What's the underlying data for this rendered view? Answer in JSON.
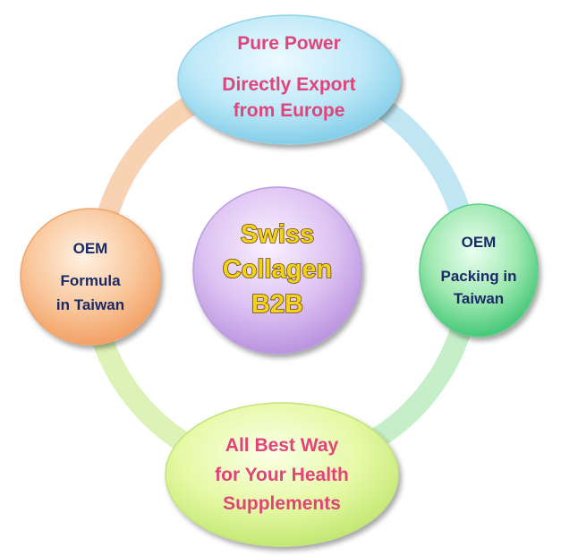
{
  "diagram": {
    "center": {
      "lines": [
        "Swiss",
        "Collagen",
        "B2B"
      ],
      "text_color": "#f2d21b",
      "stroke_color": "#6b4a0e"
    },
    "top": {
      "lines": [
        "Pure Power",
        "Directly Export",
        "from Europe"
      ],
      "text_color": "#e0447a"
    },
    "right": {
      "lines": [
        "OEM",
        "Packing in",
        "Taiwan"
      ],
      "text_color": "#1a2a66"
    },
    "bottom": {
      "lines": [
        "All Best Way",
        "for Your Health",
        "Supplements"
      ],
      "text_color": "#e0447a"
    },
    "left": {
      "lines": [
        "OEM",
        "Formula",
        "in Taiwan"
      ],
      "text_color": "#1a2a66"
    },
    "colors": {
      "ring_top_right": "#bfe6f2",
      "ring_right_bottom": "#c6efc9",
      "ring_bottom_left": "#dcf2b6",
      "ring_left_top": "#f7d3b4"
    }
  }
}
